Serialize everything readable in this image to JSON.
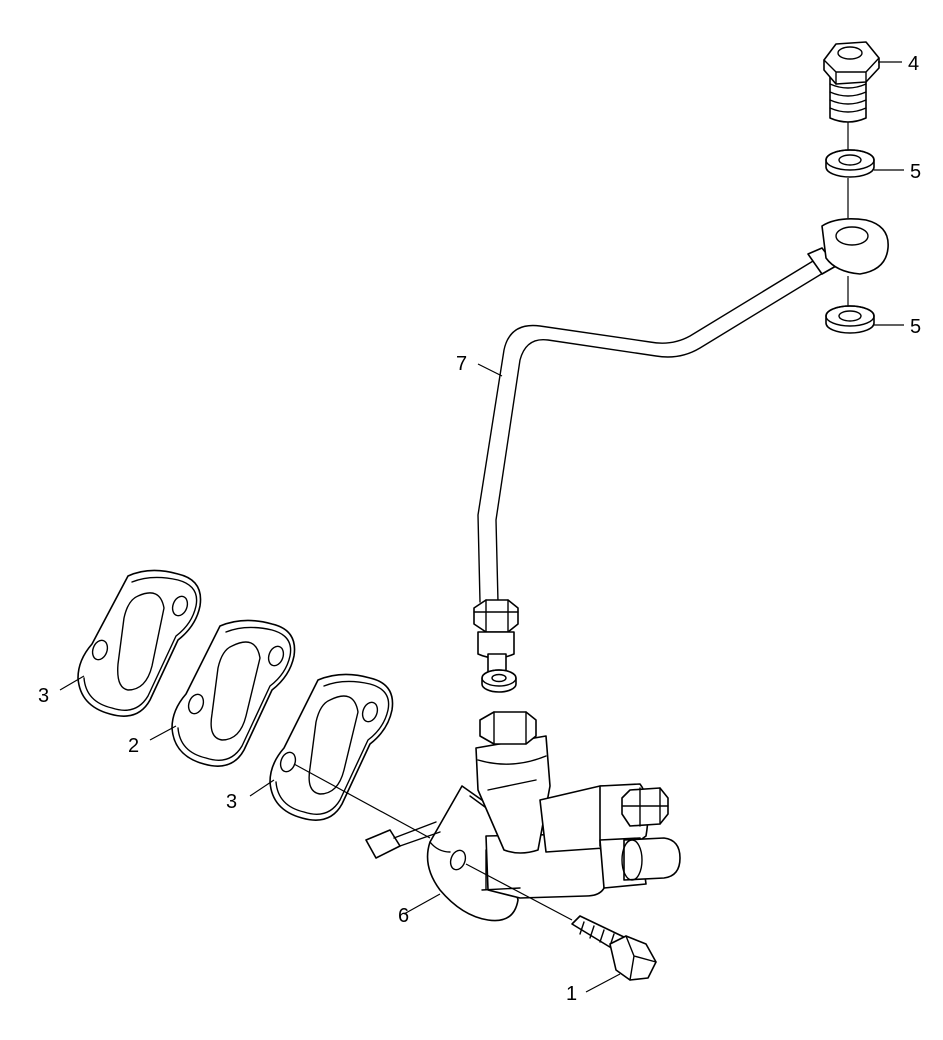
{
  "callouts": {
    "bolt": "1",
    "gasket_middle": "2",
    "gasket_left": "3",
    "gasket_right": "3",
    "banjo_bolt": "4",
    "washer_upper": "5",
    "washer_lower": "5",
    "feed_pump": "6",
    "fuel_pipe": "7"
  },
  "colors": {
    "line": "#000000",
    "background": "#ffffff"
  }
}
